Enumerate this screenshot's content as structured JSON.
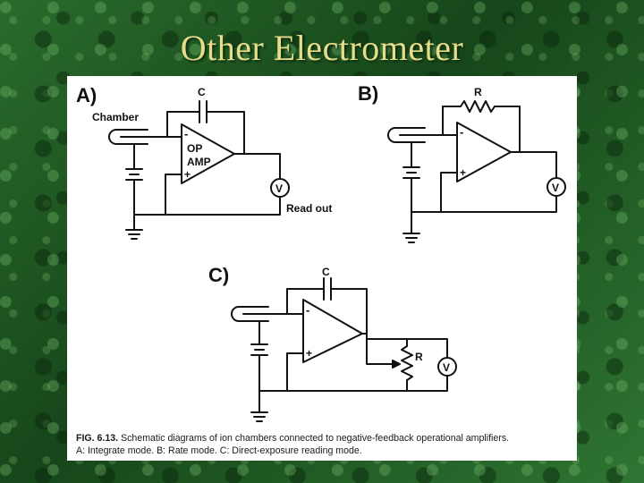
{
  "slide": {
    "title": "Other Electrometer"
  },
  "diagram": {
    "panels": {
      "a": {
        "label": "A)",
        "chamber": "Chamber",
        "capacitor": "C",
        "amp_minus": "-",
        "amp_plus": "+",
        "amp_line1": "OP",
        "amp_line2": "AMP",
        "meter": "V",
        "readout": "Read out"
      },
      "b": {
        "label": "B)",
        "resistor": "R",
        "amp_minus": "-",
        "amp_plus": "+",
        "meter": "V"
      },
      "c": {
        "label": "C)",
        "capacitor": "C",
        "resistor": "R",
        "amp_minus": "-",
        "amp_plus": "+",
        "meter": "V"
      }
    },
    "caption": {
      "fig_number": "FIG. 6.13.",
      "line1_text": "Schematic diagrams of ion chambers connected to negative-feedback operational amplifiers.",
      "line2": "A: Integrate mode. B: Rate mode. C: Direct-exposure reading mode."
    }
  }
}
